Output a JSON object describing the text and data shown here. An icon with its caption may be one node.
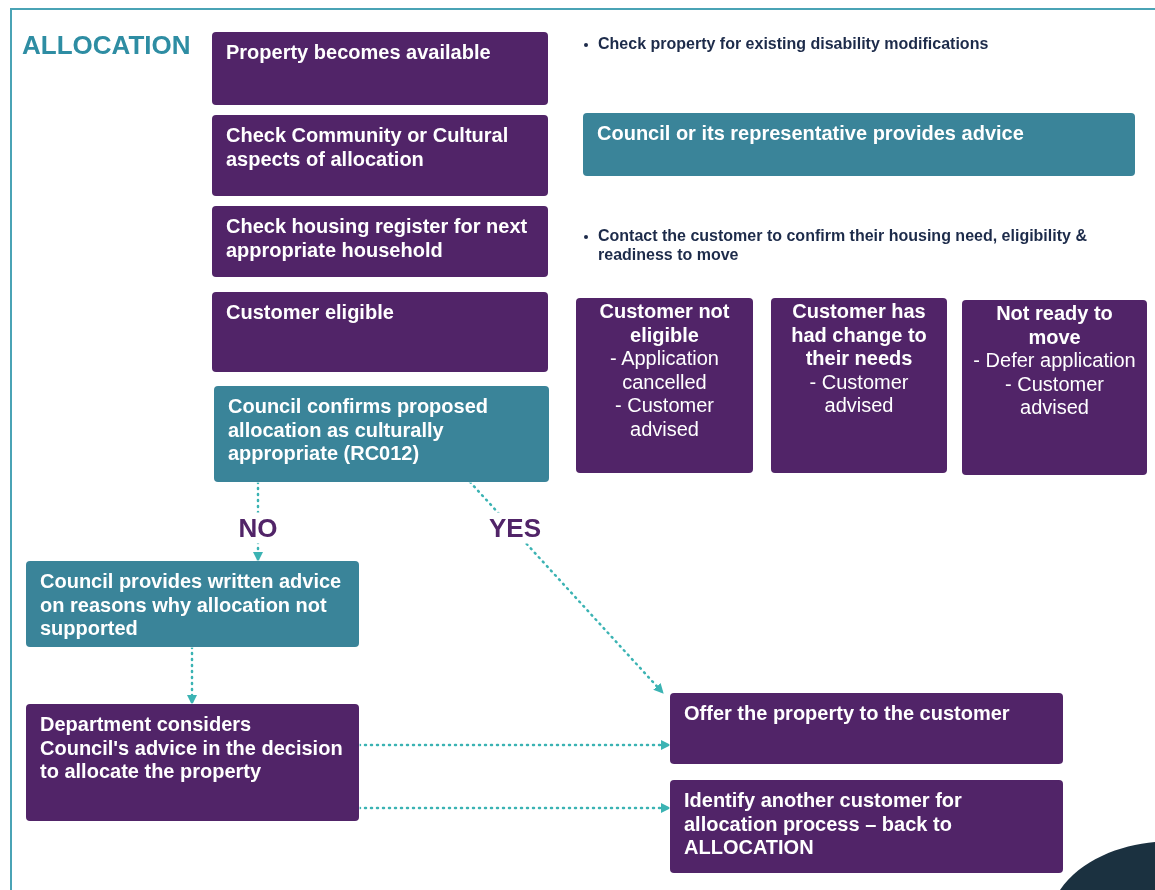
{
  "diagram": {
    "title": "ALLOCATION",
    "nodes": [
      {
        "text": [
          "Property becomes available"
        ]
      },
      {
        "text": [
          "Check Community or Cultural aspects of allocation"
        ]
      },
      {
        "text": [
          "Check housing register for next appropriate household"
        ]
      },
      {
        "text": [
          "Customer eligible"
        ]
      },
      {
        "text": [
          "Council confirms proposed allocation as culturally appropriate (RC012)"
        ]
      },
      {
        "text": [
          "Council or its representative provides advice"
        ]
      },
      {
        "text": [
          "Customer not eligible",
          "- Application cancelled",
          "- Customer advised"
        ]
      },
      {
        "text": [
          "Customer has had change to their needs",
          "- Customer advised"
        ]
      },
      {
        "text": [
          "Not ready to move",
          "- Defer application",
          "- Customer advised"
        ]
      },
      {
        "text": [
          "Council provides written advice on reasons why allocation not supported"
        ]
      },
      {
        "text": [
          "Department considers Council's advice in the decision to allocate the property"
        ]
      },
      {
        "text": [
          "Offer the property to the customer"
        ]
      },
      {
        "text": [
          "Identify another customer for allocation process – back to ALLOCATION"
        ]
      }
    ],
    "edges": [
      {
        "from": 4,
        "to": 9,
        "arrow": "to",
        "label": "NO",
        "style": "dashed"
      },
      {
        "from": 4,
        "to": 11,
        "arrow": "to",
        "label": "YES",
        "style": "dashed"
      },
      {
        "from": 9,
        "to": 10,
        "arrow": "to",
        "style": "dashed"
      },
      {
        "from": 10,
        "to": 11,
        "arrow": "to",
        "style": "dashed"
      },
      {
        "from": 10,
        "to": 12,
        "arrow": "to",
        "style": "dashed"
      }
    ],
    "labels": [
      "Check property for existing disability modifications",
      "Contact the customer to confirm their housing need, eligibility & readiness to move"
    ]
  }
}
